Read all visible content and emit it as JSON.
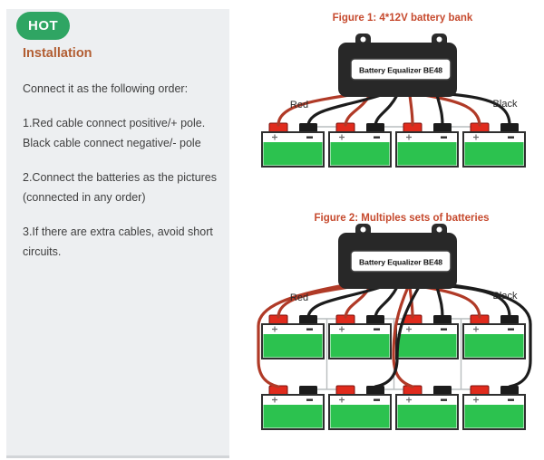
{
  "badge": {
    "label": "HOT"
  },
  "panel": {
    "heading": "Installation",
    "intro": "Connect it as the following order:",
    "steps": [
      [
        "1.Red cable connect positive/+ pole.",
        "Black cable connect negative/- pole"
      ],
      [
        "2.Connect the batteries as the pictures",
        "(connected in any order)"
      ],
      [
        "3.If there are extra cables, avoid short",
        "circuits."
      ]
    ]
  },
  "figure1": {
    "title": "Figure 1: 4*12V battery bank",
    "device_label": "Battery Equalizer BE48",
    "wire_labels": {
      "red": "Red",
      "black": "Black"
    }
  },
  "figure2": {
    "title": "Figure 2: Multiples sets of batteries",
    "device_label": "Battery Equalizer BE48",
    "wire_labels": {
      "red": "Red",
      "black": "Black"
    }
  },
  "colors": {
    "badge_green": "#2fa563",
    "heading_orange": "#b25e33",
    "figure_title_red": "#c64a2e",
    "battery_green": "#2cc24f",
    "terminal_red": "#e02b1d",
    "wire_red": "#b03a27",
    "wire_black": "#1c1c1c",
    "link_gray": "#b9bdbf",
    "device_black": "#282828"
  }
}
